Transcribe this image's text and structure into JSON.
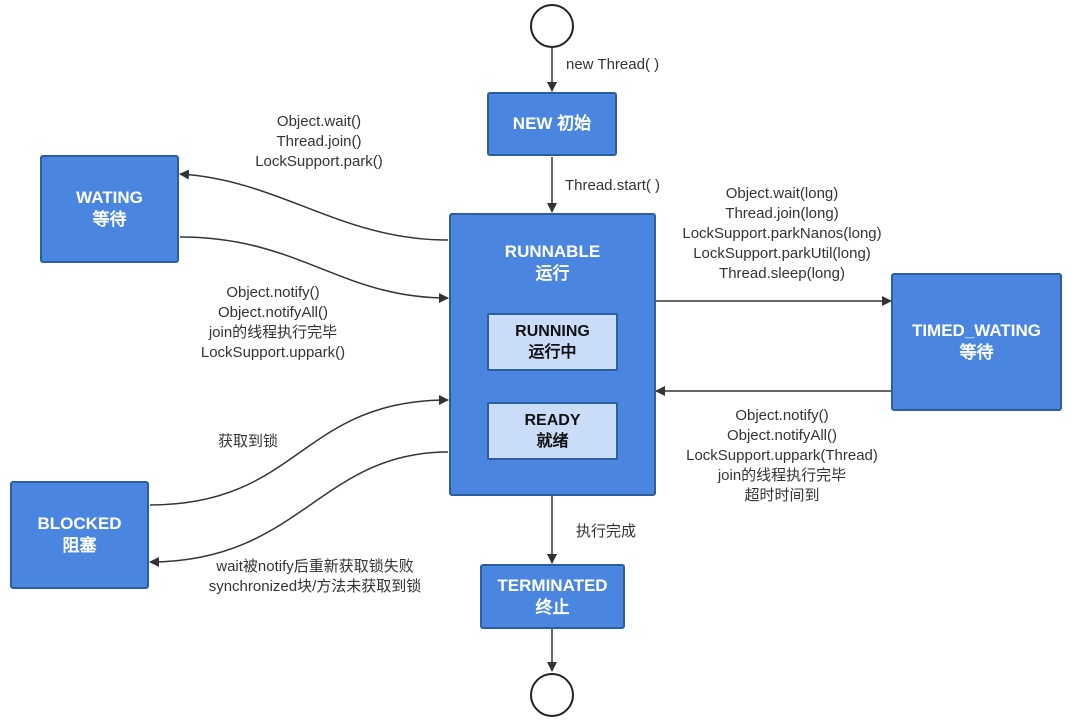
{
  "states": {
    "new": {
      "title": "NEW 初始"
    },
    "waiting": {
      "title": "WATING",
      "subtitle": "等待"
    },
    "runnable": {
      "title": "RUNNABLE",
      "subtitle": "运行"
    },
    "running": {
      "title": "RUNNING",
      "subtitle": "运行中"
    },
    "ready": {
      "title": "READY",
      "subtitle": "就绪"
    },
    "timed_waiting": {
      "title": "TIMED_WATING",
      "subtitle": "等待"
    },
    "blocked": {
      "title": "BLOCKED",
      "subtitle": "阻塞"
    },
    "terminated": {
      "title": "TERMINATED",
      "subtitle": "终止"
    }
  },
  "transitions": {
    "start_to_new": [
      "new Thread( )"
    ],
    "new_to_runnable": [
      "Thread.start( )"
    ],
    "runnable_to_waiting": [
      "Object.wait()",
      "Thread.join()",
      "LockSupport.park()"
    ],
    "waiting_to_runnable": [
      "Object.notify()",
      "Object.notifyAll()",
      "join的线程执行完毕",
      "LockSupport.uppark()"
    ],
    "runnable_to_timed_waiting": [
      "Object.wait(long)",
      "Thread.join(long)",
      "LockSupport.parkNanos(long)",
      "LockSupport.parkUtil(long)",
      "Thread.sleep(long)"
    ],
    "timed_waiting_to_runnable": [
      "Object.notify()",
      "Object.notifyAll()",
      "LockSupport.uppark(Thread)",
      "join的线程执行完毕",
      "超时时间到"
    ],
    "blocked_to_runnable": [
      "获取到锁"
    ],
    "runnable_to_blocked": [
      "wait被notify后重新获取锁失败",
      "synchronized块/方法未获取到锁"
    ],
    "runnable_to_terminated": [
      "执行完成"
    ]
  },
  "colors": {
    "state_fill": "#4a86e0",
    "state_border": "#2c5e9e",
    "substate_fill": "#c9dcf8",
    "arrow": "#333333"
  }
}
